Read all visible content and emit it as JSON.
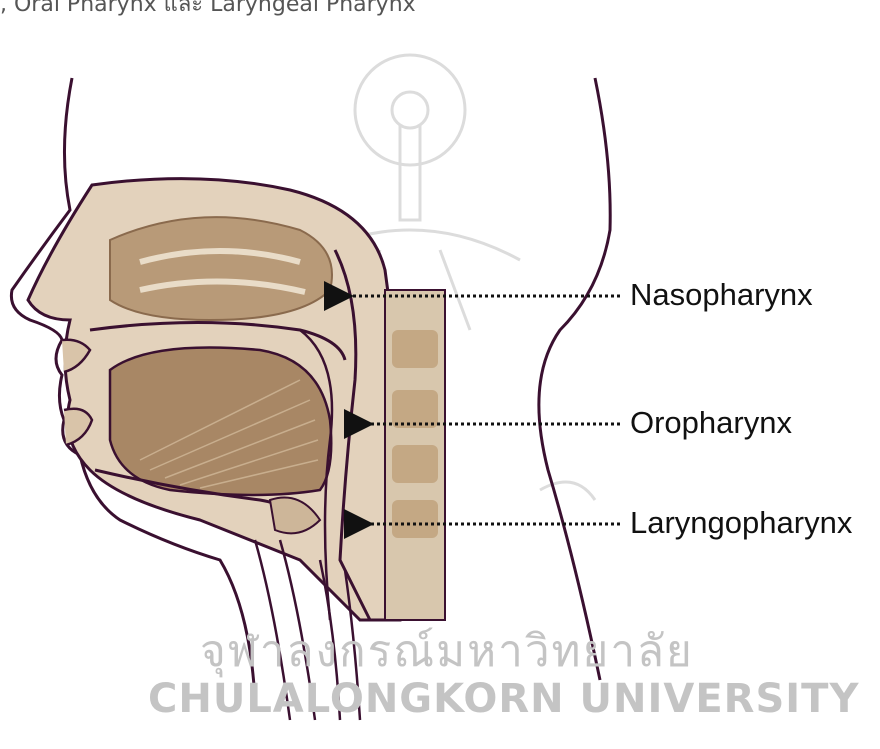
{
  "caption": ", Oral Pharynx และ Laryngeal Pharynx",
  "labels": {
    "nasopharynx": "Nasopharynx",
    "oropharynx": "Oropharynx",
    "laryngopharynx": "Laryngopharynx"
  },
  "watermark": {
    "thai": "จุฬาลงกรณ์มหาวิทยาลัย",
    "english": "CHULALONGKORN UNIVERSITY"
  },
  "colors": {
    "tissue": "#d9c4a9",
    "tissue_dark": "#a07e5c",
    "outline": "#3a1030",
    "watermark": "#c4c4c4"
  }
}
